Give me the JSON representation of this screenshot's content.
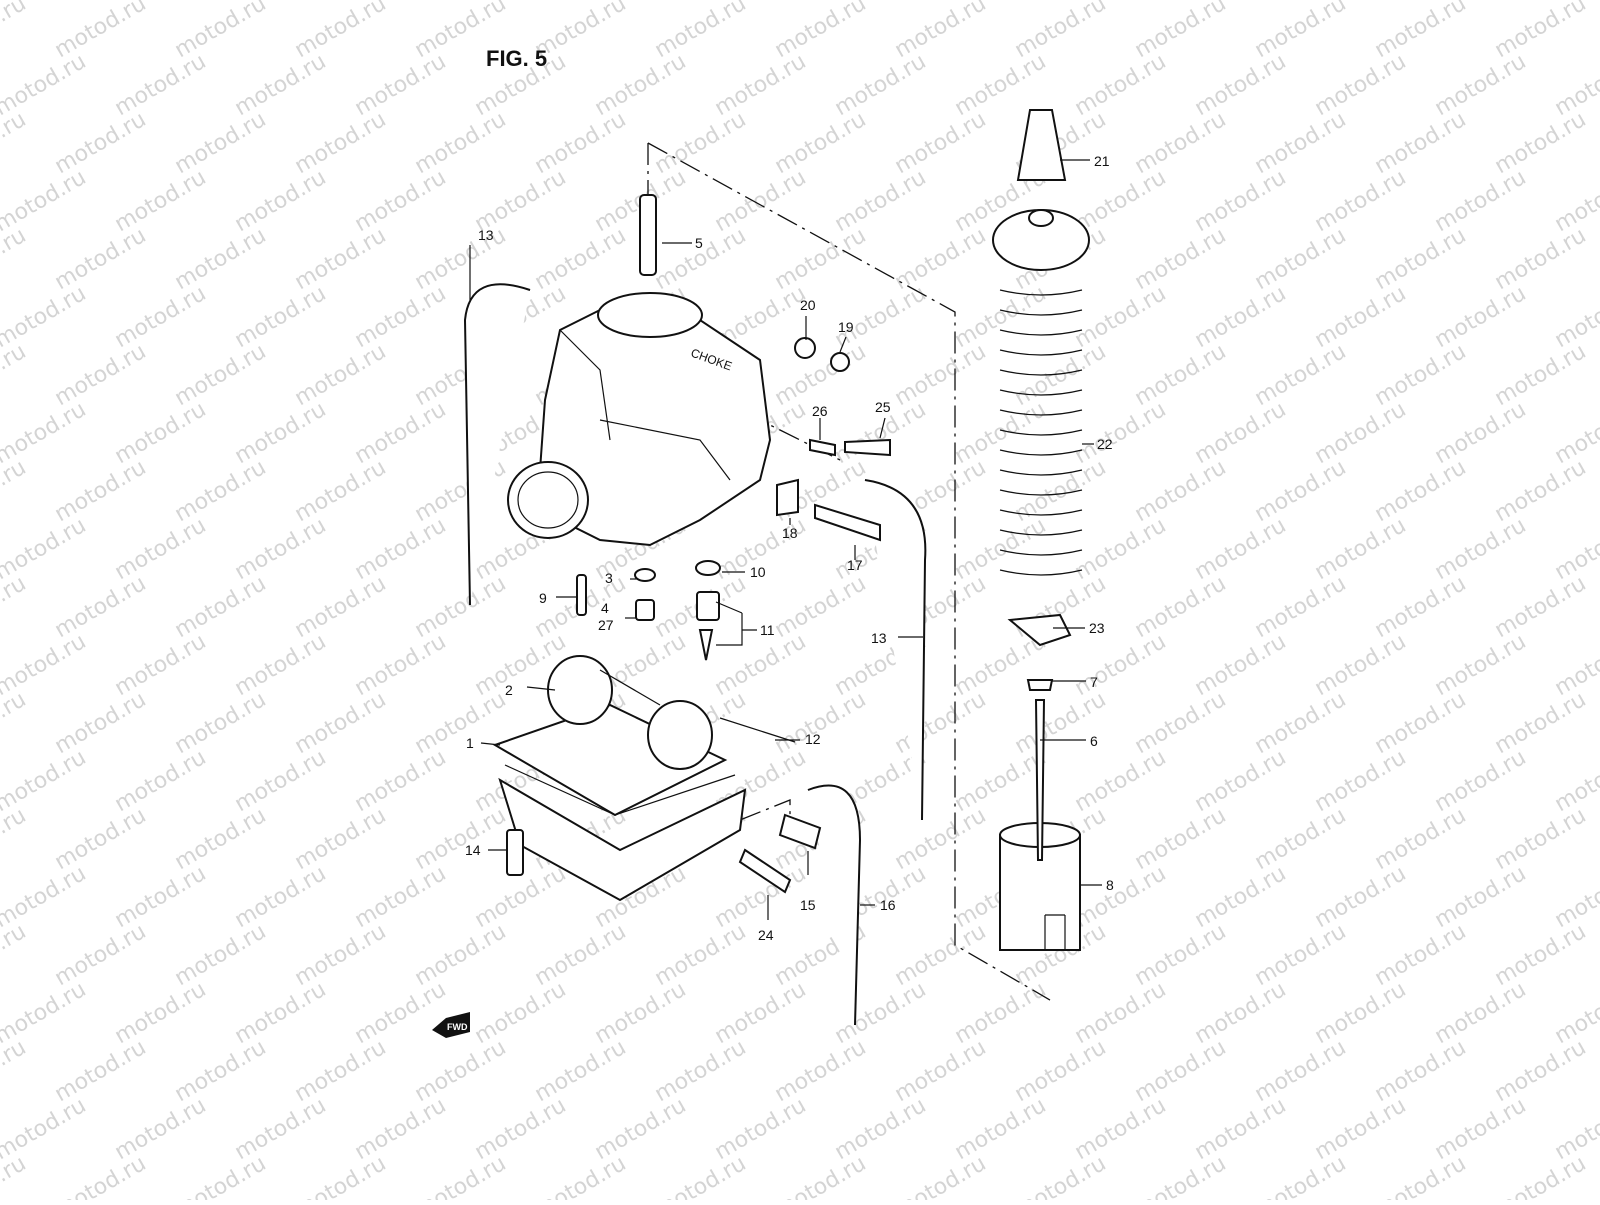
{
  "figure": {
    "title": "FIG. 5"
  },
  "watermark": {
    "text": "motod.ru"
  },
  "fwd_badge": {
    "label": "FWD"
  },
  "callouts": [
    {
      "id": "c1",
      "label": "1"
    },
    {
      "id": "c2",
      "label": "2"
    },
    {
      "id": "c3",
      "label": "3"
    },
    {
      "id": "c4",
      "label": "4"
    },
    {
      "id": "c27",
      "label": "27"
    },
    {
      "id": "c5",
      "label": "5"
    },
    {
      "id": "c6",
      "label": "6"
    },
    {
      "id": "c7",
      "label": "7"
    },
    {
      "id": "c8",
      "label": "8"
    },
    {
      "id": "c9",
      "label": "9"
    },
    {
      "id": "c10",
      "label": "10"
    },
    {
      "id": "c11",
      "label": "11"
    },
    {
      "id": "c12",
      "label": "12"
    },
    {
      "id": "c13a",
      "label": "13"
    },
    {
      "id": "c13b",
      "label": "13"
    },
    {
      "id": "c14",
      "label": "14"
    },
    {
      "id": "c15",
      "label": "15"
    },
    {
      "id": "c16",
      "label": "16"
    },
    {
      "id": "c17",
      "label": "17"
    },
    {
      "id": "c18",
      "label": "18"
    },
    {
      "id": "c19",
      "label": "19"
    },
    {
      "id": "c20",
      "label": "20"
    },
    {
      "id": "c21",
      "label": "21"
    },
    {
      "id": "c22",
      "label": "22"
    },
    {
      "id": "c23",
      "label": "23"
    },
    {
      "id": "c24",
      "label": "24"
    },
    {
      "id": "c25",
      "label": "25"
    },
    {
      "id": "c26",
      "label": "26"
    }
  ],
  "body_marking": {
    "text": "CHOKE"
  }
}
